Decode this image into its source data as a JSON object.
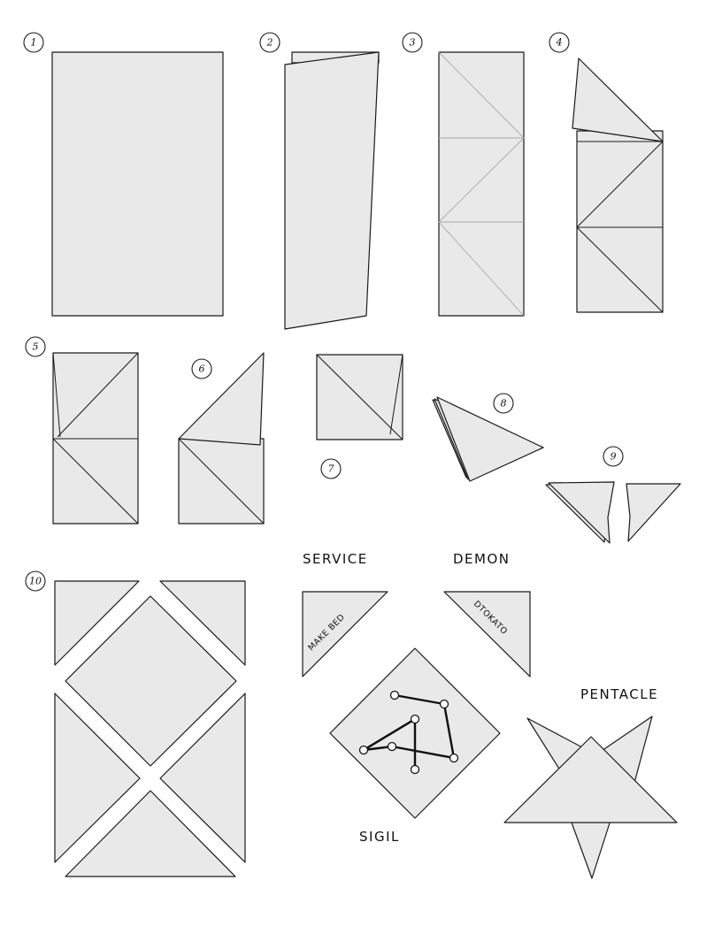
{
  "steps": {
    "s1": "1",
    "s2": "2",
    "s3": "3",
    "s4": "4",
    "s5": "5",
    "s6": "6",
    "s7": "7",
    "s8": "8",
    "s9": "9",
    "s10": "10"
  },
  "labels": {
    "service": "SERVICE",
    "demon": "DEMON",
    "make_bed": "MAKE BED",
    "dtokato": "DTOKATO",
    "sigil": "SIGIL",
    "pentacle": "PENTACLE"
  },
  "colors": {
    "paper": "#e9e9e9",
    "ink": "#1a1a1a",
    "crease": "#a8a8a8"
  }
}
